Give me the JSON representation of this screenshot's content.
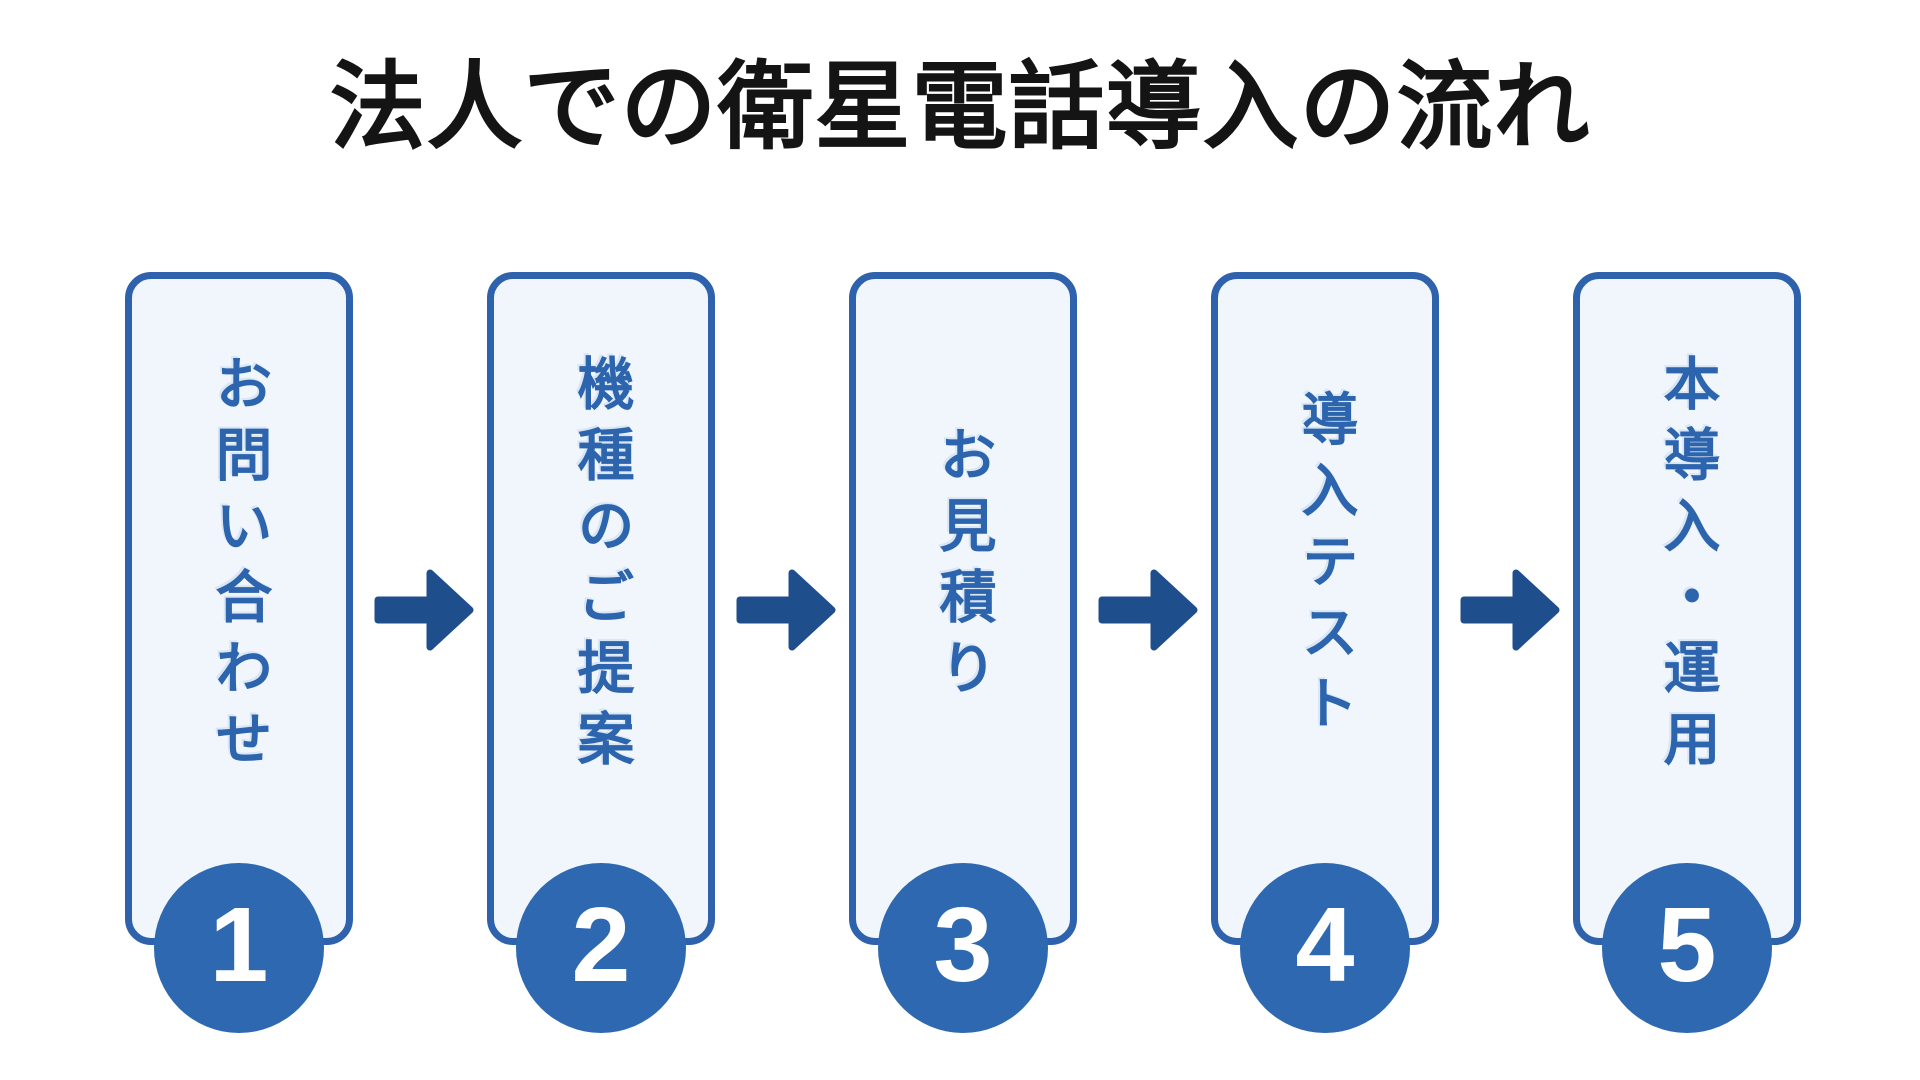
{
  "page": {
    "title": "法人での衛星電話導入の流れ"
  },
  "steps": [
    {
      "number": "1",
      "label": "お問い合わせ"
    },
    {
      "number": "2",
      "label": "機種のご提案"
    },
    {
      "number": "3",
      "label": "お見積り"
    },
    {
      "number": "4",
      "label": "導入テスト"
    },
    {
      "number": "5",
      "label": "本導入・運用"
    }
  ],
  "icons": {
    "between_steps": "right-arrow-icon"
  },
  "colors": {
    "background": "#ffffff",
    "title_text": "#141414",
    "box_fill": "#f0f6fc",
    "box_border": "#2f62ac",
    "step_text": "#2d64ae",
    "arrow": "#1f4e8c",
    "circle_fill": "#2d68b0",
    "circle_text": "#ffffff"
  }
}
